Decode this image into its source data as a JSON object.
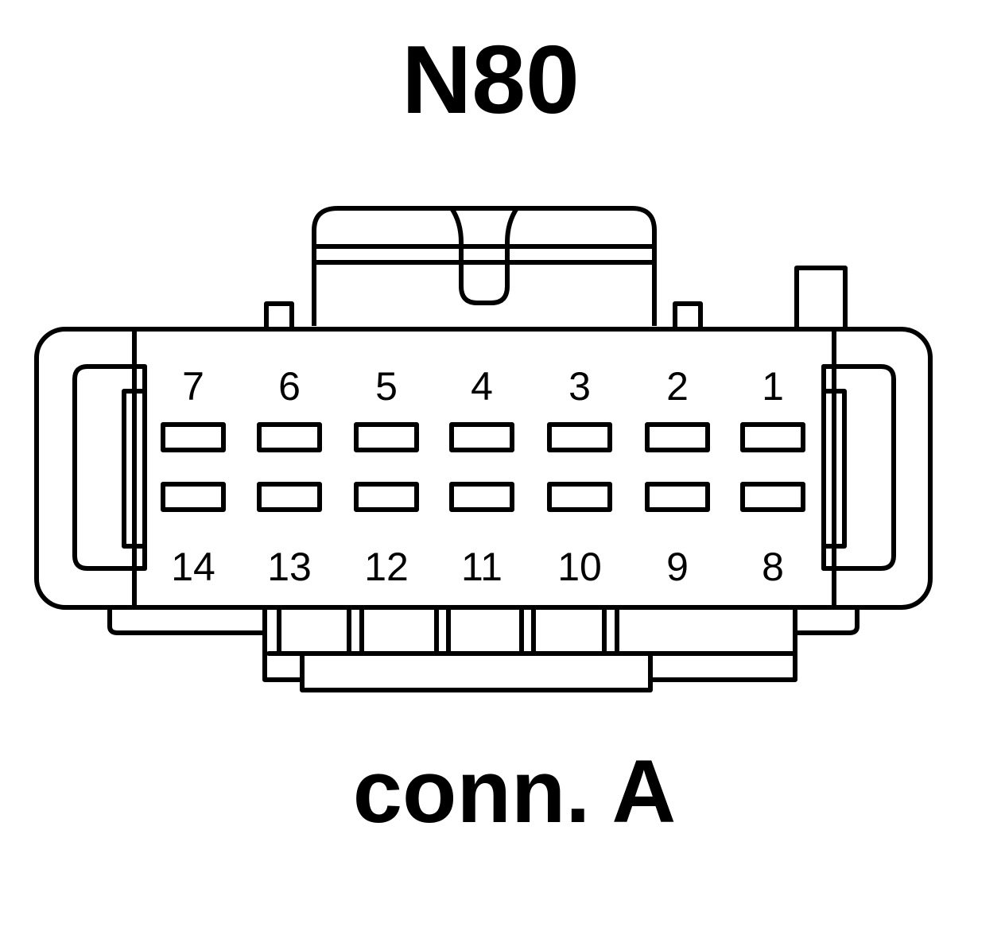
{
  "diagram": {
    "title": "N80",
    "caption": "conn. A",
    "top_row_pins": [
      "7",
      "6",
      "5",
      "4",
      "3",
      "2",
      "1"
    ],
    "bottom_row_pins": [
      "14",
      "13",
      "12",
      "11",
      "10",
      "9",
      "8"
    ]
  }
}
